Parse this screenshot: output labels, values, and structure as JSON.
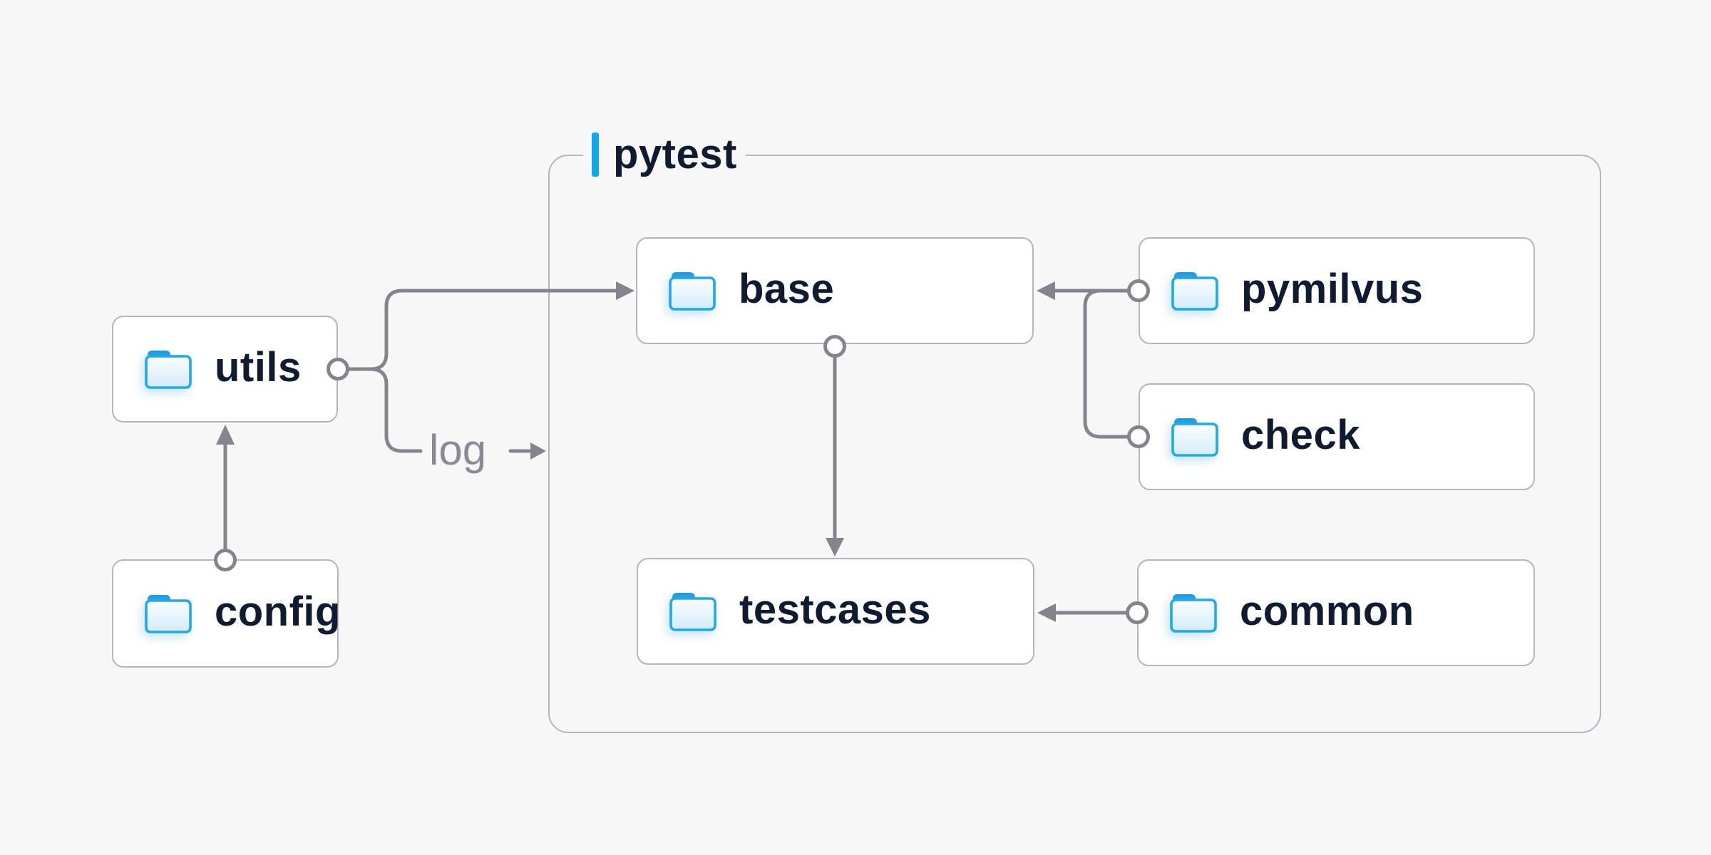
{
  "page": {
    "background_color": "#f7f7f8",
    "type": "folder-structure-diagram"
  },
  "container": {
    "label": "pytest",
    "accent_color": "#12a7ea",
    "border_color": "#b5b5c1"
  },
  "boxes": [
    {
      "id": "utils",
      "label": "utils"
    },
    {
      "id": "config",
      "label": "config"
    },
    {
      "id": "base",
      "label": "base"
    },
    {
      "id": "testcases",
      "label": "testcases"
    },
    {
      "id": "pymilvus",
      "label": "pymilvus"
    },
    {
      "id": "check",
      "label": "check"
    },
    {
      "id": "common",
      "label": "common"
    }
  ],
  "labels": {
    "log": "log"
  },
  "edges": [
    {
      "from": "config",
      "to": "utils",
      "type": "arrow"
    },
    {
      "from": "utils",
      "to": "base",
      "type": "arrow"
    },
    {
      "from": "utils",
      "to": "log",
      "type": "arrow-label"
    },
    {
      "from": "base",
      "to": "testcases",
      "type": "arrow"
    },
    {
      "from": "pymilvus",
      "to": "base",
      "type": "arrow"
    },
    {
      "from": "check",
      "to": "base",
      "type": "arrow"
    },
    {
      "from": "common",
      "to": "testcases",
      "type": "arrow"
    }
  ],
  "colors": {
    "node_fill": "#ffffff",
    "node_border": "#b5b5c1",
    "node_text": "#0e1b31",
    "connector": "#84848f",
    "log_text": "#8a8a95",
    "folder_border": "#1ea9ee",
    "folder_fill_top": "#fbfdff",
    "folder_fill_bottom": "#d4ebfa",
    "folder_tab_top": "#2098da",
    "folder_tab_bottom": "#44b7f1"
  }
}
